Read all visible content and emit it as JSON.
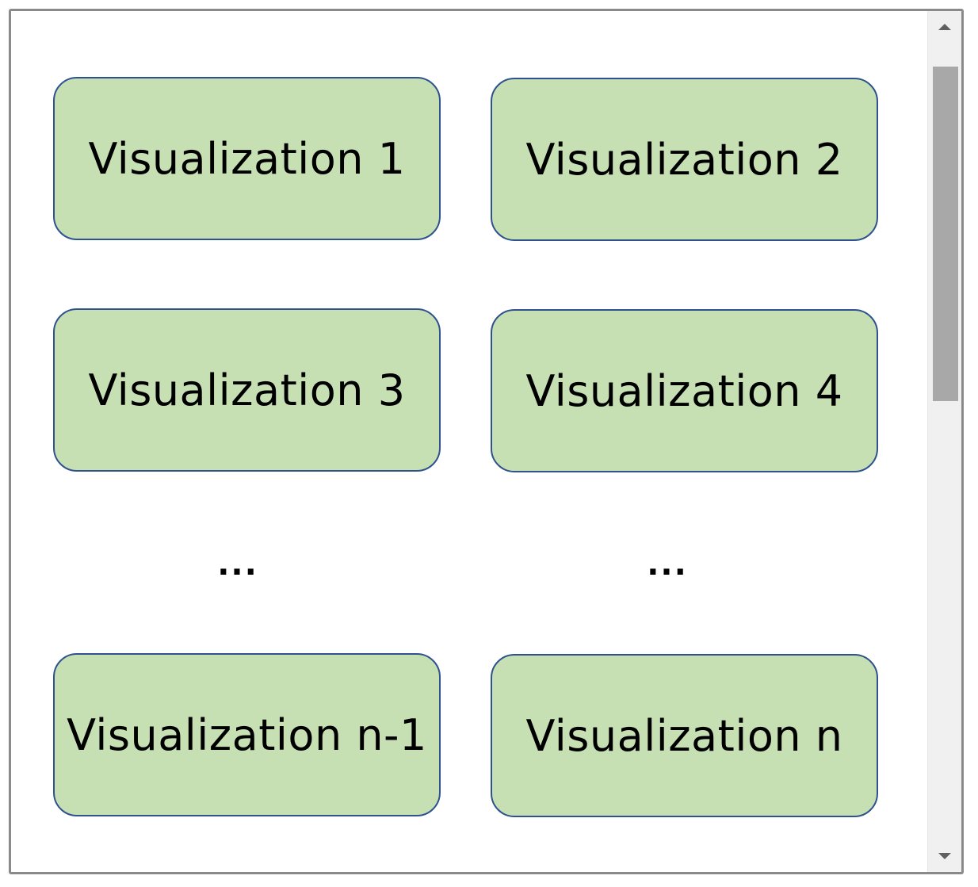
{
  "tiles": [
    {
      "label": "Visualization 1"
    },
    {
      "label": "Visualization 2"
    },
    {
      "label": "Visualization 3"
    },
    {
      "label": "Visualization 4"
    },
    {
      "label": "Visualization n-1"
    },
    {
      "label": "Visualization n"
    }
  ],
  "ellipsis": [
    "...",
    "..."
  ],
  "colors": {
    "tile_fill": "#c6e0b4",
    "tile_border": "#2f528f",
    "frame_border": "#8a8a8a",
    "scrollbar_track": "#f0f0f0",
    "scrollbar_thumb": "#a8a8a8"
  },
  "icons": {
    "scroll_up": "chevron-up-icon",
    "scroll_down": "chevron-down-icon"
  }
}
